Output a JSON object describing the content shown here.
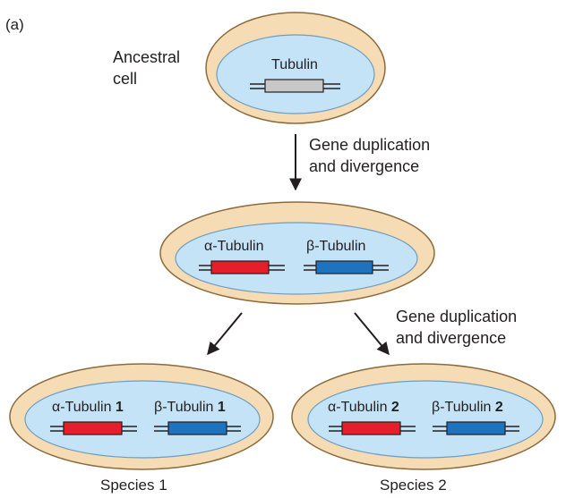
{
  "panel_label": "(a)",
  "ancestral_label": "Ancestral\ncell",
  "arrow_labels": {
    "step1": "Gene duplication\nand divergence",
    "step2": "Gene duplication\nand divergence"
  },
  "cells": {
    "ancestral": {
      "gene": "Tubulin"
    },
    "middle": {
      "gene_a": "α-Tubulin",
      "gene_b": "β-Tubulin"
    },
    "species1": {
      "gene_a": "α-Tubulin",
      "gene_a_num": "1",
      "gene_b": "β-Tubulin",
      "gene_b_num": "1",
      "name": "Species 1"
    },
    "species2": {
      "gene_a": "α-Tubulin",
      "gene_a_num": "2",
      "gene_b": "β-Tubulin",
      "gene_b_num": "2",
      "name": "Species 2"
    }
  },
  "colors": {
    "cell_outer": "#f5dcb4",
    "cell_outer_stroke": "#8b6b3d",
    "nucleus": "#c5e3f7",
    "nucleus_stroke": "#6f9cc0",
    "tubulin_ancestral": "#c8c8c8",
    "alpha_tubulin": "#e41e2b",
    "beta_tubulin": "#1e73be"
  }
}
